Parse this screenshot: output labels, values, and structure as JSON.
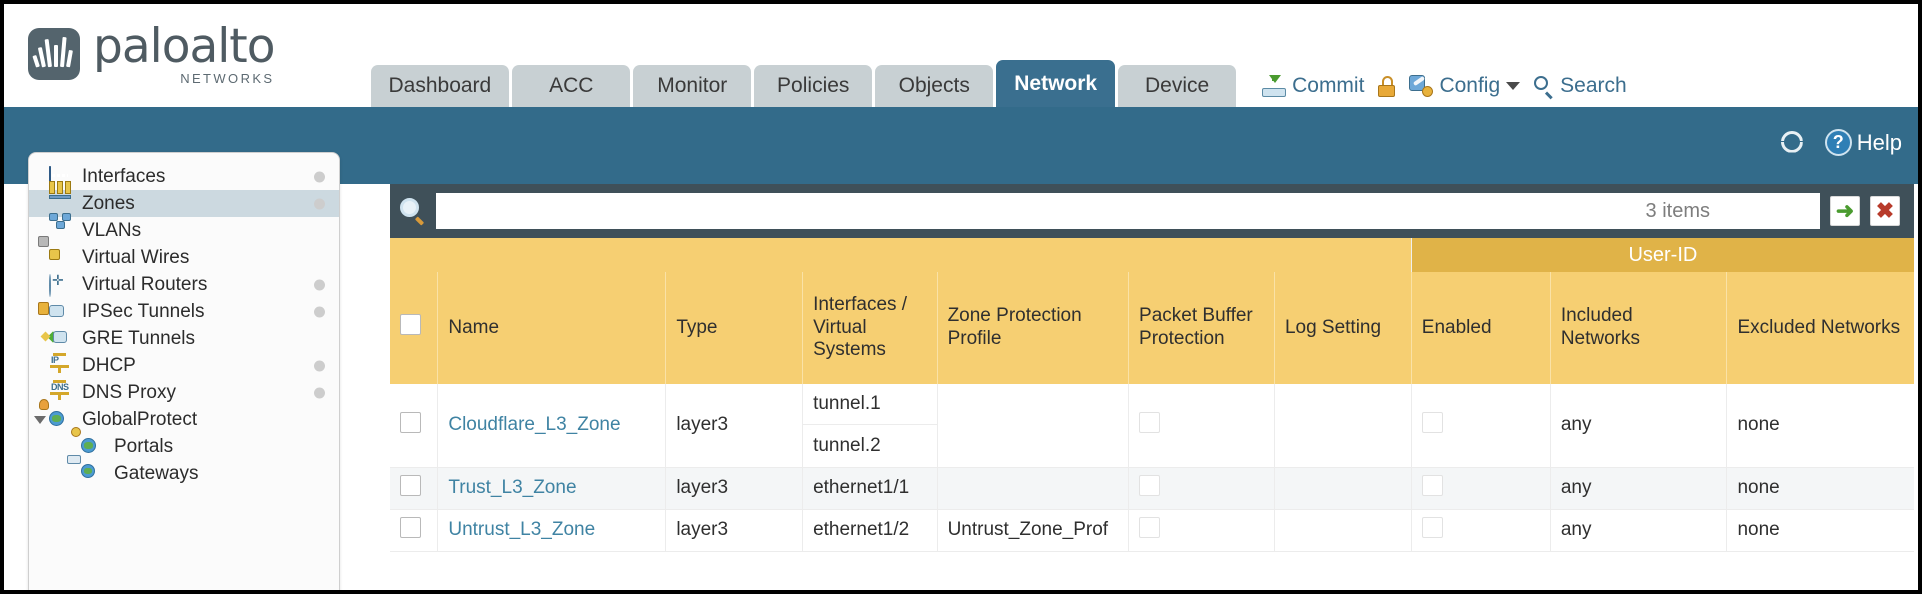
{
  "brand": {
    "name": "paloalto",
    "tagline": "NETWORKS",
    "registered": "®"
  },
  "nav": {
    "tabs": [
      {
        "label": "Dashboard",
        "active": false
      },
      {
        "label": "ACC",
        "active": false
      },
      {
        "label": "Monitor",
        "active": false
      },
      {
        "label": "Policies",
        "active": false
      },
      {
        "label": "Objects",
        "active": false
      },
      {
        "label": "Network",
        "active": true
      },
      {
        "label": "Device",
        "active": false
      }
    ],
    "actions": {
      "commit": "Commit",
      "config": "Config",
      "search": "Search"
    }
  },
  "toolbar": {
    "help": "Help",
    "refresh_icon": "refresh-icon"
  },
  "sidebar": {
    "items": [
      {
        "label": "Interfaces",
        "icon": "interfaces-icon",
        "selected": false,
        "dot": true,
        "child": false,
        "caret": false
      },
      {
        "label": "Zones",
        "icon": "zones-icon",
        "selected": true,
        "dot": true,
        "child": false,
        "caret": false
      },
      {
        "label": "VLANs",
        "icon": "vlans-icon",
        "selected": false,
        "dot": false,
        "child": false,
        "caret": false
      },
      {
        "label": "Virtual Wires",
        "icon": "virtual-wires-icon",
        "selected": false,
        "dot": false,
        "child": false,
        "caret": false
      },
      {
        "label": "Virtual Routers",
        "icon": "virtual-routers-icon",
        "selected": false,
        "dot": true,
        "child": false,
        "caret": false
      },
      {
        "label": "IPSec Tunnels",
        "icon": "ipsec-tunnels-icon",
        "selected": false,
        "dot": true,
        "child": false,
        "caret": false
      },
      {
        "label": "GRE Tunnels",
        "icon": "gre-tunnels-icon",
        "selected": false,
        "dot": false,
        "child": false,
        "caret": false
      },
      {
        "label": "DHCP",
        "icon": "dhcp-icon",
        "selected": false,
        "dot": true,
        "child": false,
        "caret": false
      },
      {
        "label": "DNS Proxy",
        "icon": "dns-proxy-icon",
        "selected": false,
        "dot": true,
        "child": false,
        "caret": false
      },
      {
        "label": "GlobalProtect",
        "icon": "globalprotect-icon",
        "selected": false,
        "dot": false,
        "child": false,
        "caret": true
      },
      {
        "label": "Portals",
        "icon": "portals-icon",
        "selected": false,
        "dot": false,
        "child": true,
        "caret": false
      },
      {
        "label": "Gateways",
        "icon": "gateways-icon",
        "selected": false,
        "dot": false,
        "child": true,
        "caret": false
      }
    ]
  },
  "search": {
    "value": "",
    "placeholder": "",
    "items_count": "3 items",
    "go_icon": "arrow-right-icon",
    "clear_icon": "close-icon"
  },
  "table": {
    "group_header": {
      "user_id": "User-ID"
    },
    "columns": [
      "Name",
      "Type",
      "Interfaces / Virtual Systems",
      "Zone Protection Profile",
      "Packet Buffer Protection",
      "Log Setting",
      "Enabled",
      "Included Networks",
      "Excluded Networks"
    ],
    "rows": [
      {
        "selected": false,
        "name": "Cloudflare_L3_Zone",
        "type": "layer3",
        "interfaces": [
          "tunnel.1",
          "tunnel.2"
        ],
        "zone_protection_profile": "",
        "packet_buffer_protection": false,
        "log_setting": "",
        "userid_enabled": false,
        "included_networks": "any",
        "excluded_networks": "none"
      },
      {
        "selected": false,
        "name": "Trust_L3_Zone",
        "type": "layer3",
        "interfaces": [
          "ethernet1/1"
        ],
        "zone_protection_profile": "",
        "packet_buffer_protection": false,
        "log_setting": "",
        "userid_enabled": false,
        "included_networks": "any",
        "excluded_networks": "none"
      },
      {
        "selected": false,
        "name": "Untrust_L3_Zone",
        "type": "layer3",
        "interfaces": [
          "ethernet1/2"
        ],
        "zone_protection_profile": "Untrust_Zone_Prof",
        "packet_buffer_protection": false,
        "log_setting": "",
        "userid_enabled": false,
        "included_networks": "any",
        "excluded_networks": "none"
      }
    ]
  },
  "colors": {
    "brand_blue": "#336b8a",
    "tab_active": "#3a6f8f",
    "table_header": "#f6cf72",
    "group_header": "#e0b348",
    "searchbar": "#3f5059",
    "link": "#3f83a3"
  }
}
